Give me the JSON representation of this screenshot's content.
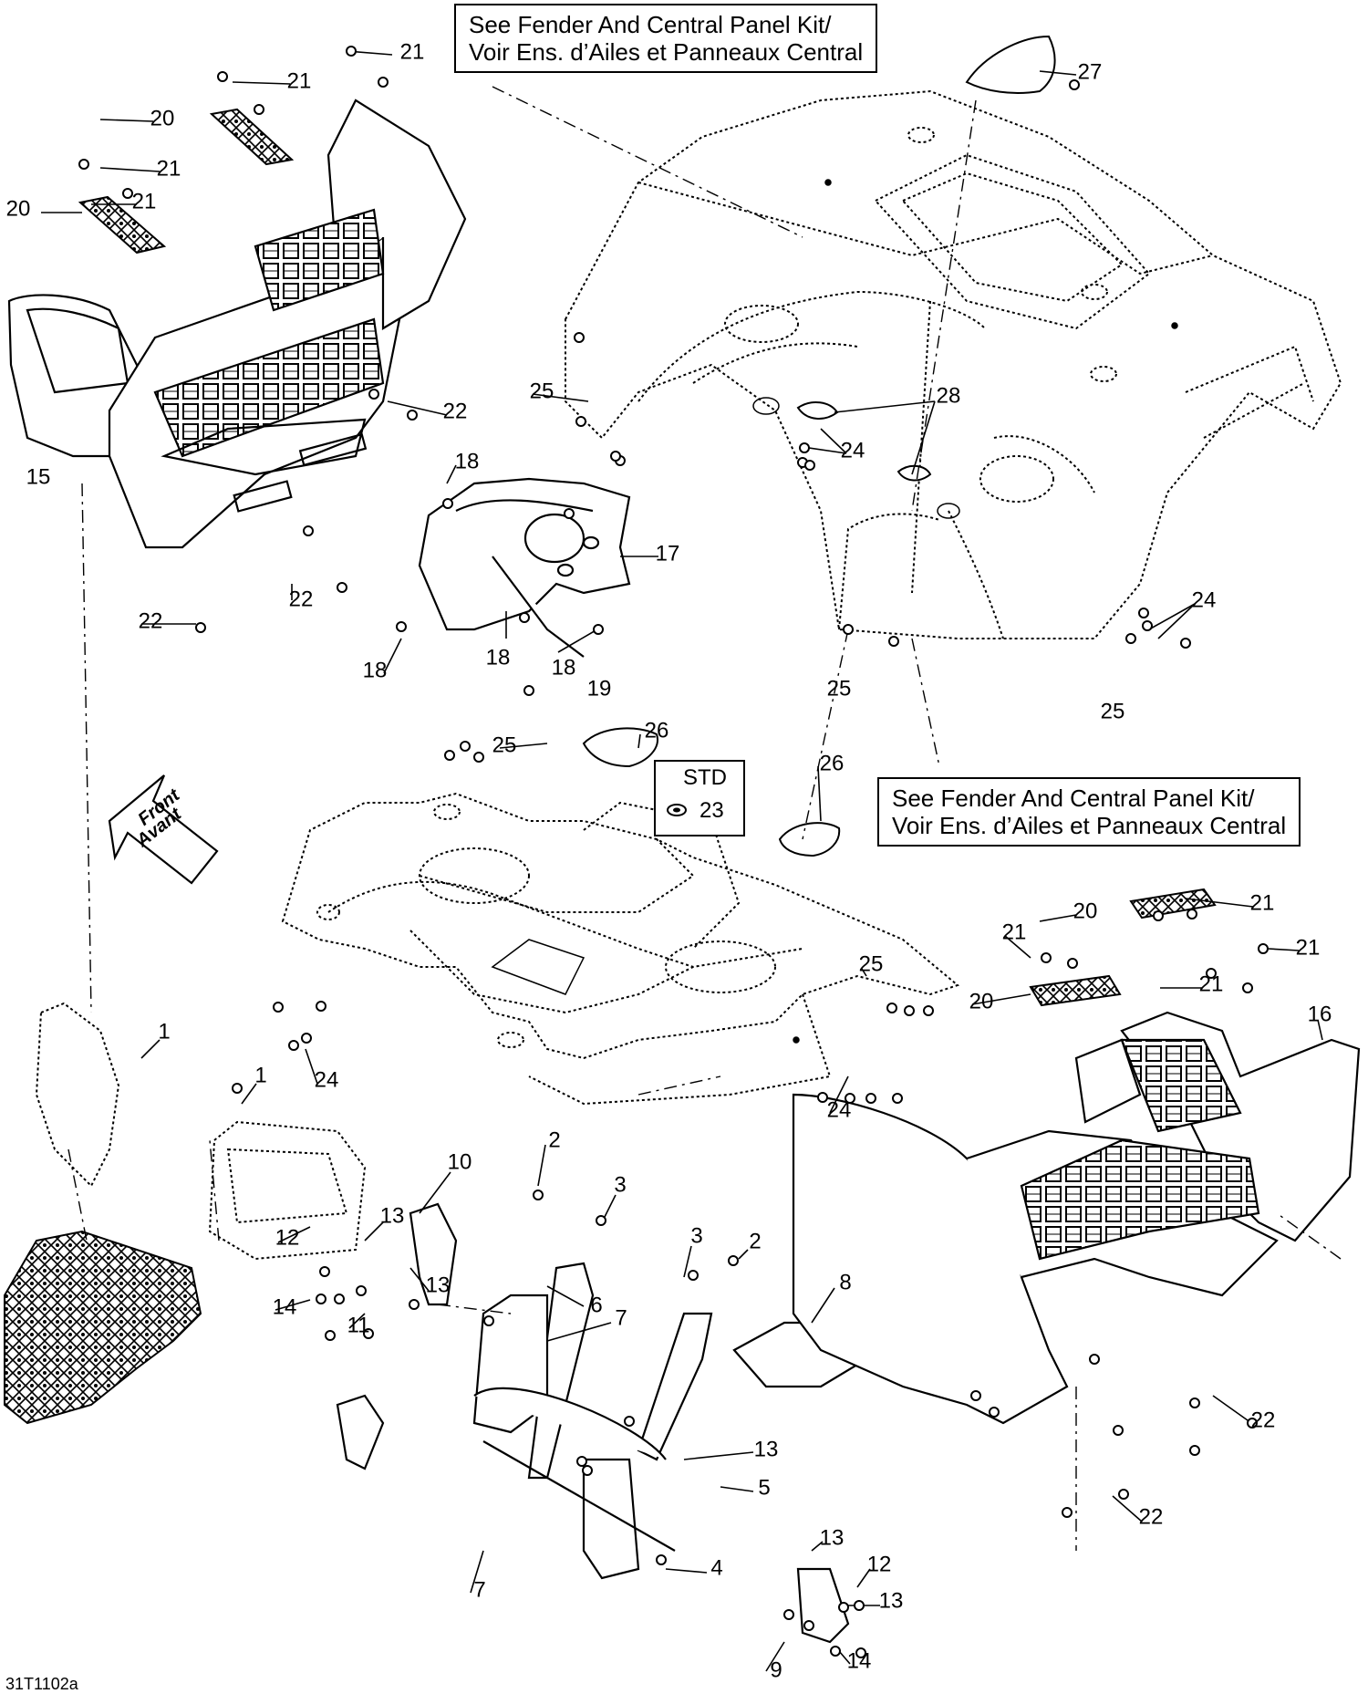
{
  "diagram": {
    "figure_code": "31T1102a",
    "kit_note_top": {
      "line1": "See Fender And Central Panel Kit/",
      "line2": "Voir Ens. d’Ailes et Panneaux Central"
    },
    "kit_note_bottom": {
      "line1": "See Fender And Central Panel Kit/",
      "line2": "Voir Ens. d’Ailes et Panneaux Central"
    },
    "std_box": {
      "label": "STD",
      "part": "23"
    },
    "direction_arrow": {
      "line1": "Front",
      "line2": "Avant"
    },
    "callouts": [
      "21",
      "21",
      "21",
      "20",
      "21",
      "20",
      "15",
      "22",
      "22",
      "22",
      "18",
      "17",
      "18",
      "18",
      "18",
      "19",
      "25",
      "28",
      "24",
      "27",
      "24",
      "25",
      "25",
      "25",
      "26",
      "26",
      "24",
      "1",
      "1",
      "10",
      "2",
      "3",
      "3",
      "2",
      "12",
      "13",
      "13",
      "14",
      "11",
      "6",
      "7",
      "8",
      "13",
      "5",
      "4",
      "7",
      "13",
      "12",
      "13",
      "9",
      "14",
      "25",
      "21",
      "20",
      "21",
      "21",
      "21",
      "20",
      "16",
      "24",
      "22",
      "22"
    ]
  }
}
